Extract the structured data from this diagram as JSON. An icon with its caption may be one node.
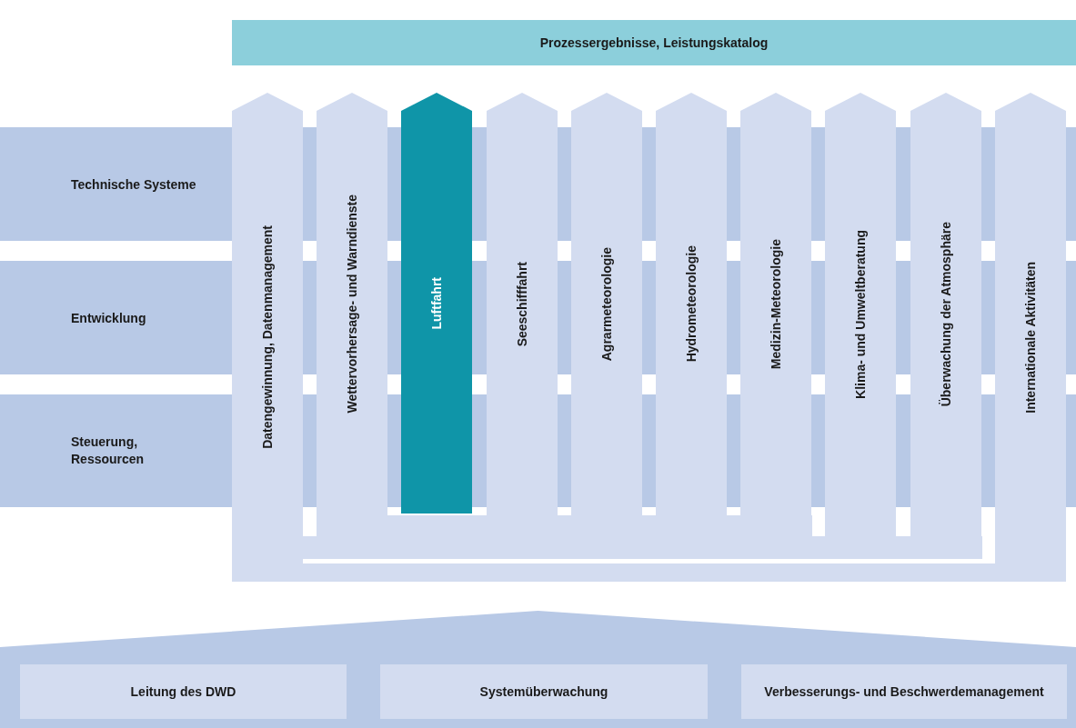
{
  "diagram": {
    "nodes": [
      {
        "text": [
          "Prozessergebnisse, Leistungskatalog"
        ]
      },
      {
        "text": [
          "Technische Systeme"
        ]
      },
      {
        "text": [
          "Entwicklung"
        ]
      },
      {
        "text": [
          "Steuerung, Ressourcen"
        ]
      },
      {
        "text": [
          "Datengewinnung, Datenmanagement"
        ]
      },
      {
        "text": [
          "Wettervorhersage- und Warndienste"
        ]
      },
      {
        "text": [
          "Luftfahrt"
        ]
      },
      {
        "text": [
          "Seeschifffahrt"
        ]
      },
      {
        "text": [
          "Agrarmeteorologie"
        ]
      },
      {
        "text": [
          "Hydrometeorologie"
        ]
      },
      {
        "text": [
          "Medizin-Meteorologie"
        ]
      },
      {
        "text": [
          "Klima- und Umweltberatung"
        ]
      },
      {
        "text": [
          "Überwachung der Atmosphäre"
        ]
      },
      {
        "text": [
          "Internationale Aktivitäten"
        ]
      },
      {
        "text": [],
        "shape": "box"
      },
      {
        "text": [
          "Leitung des DWD"
        ],
        "in": 14
      },
      {
        "text": [
          "Systemüberwachung"
        ],
        "in": 14
      },
      {
        "text": [
          "Verbesserungs- und Beschwerdemanagement"
        ],
        "in": 14
      },
      {
        "text": [],
        "shape": "bar"
      },
      {
        "text": [],
        "shape": "bar"
      },
      {
        "text": [],
        "shape": "bar"
      }
    ]
  }
}
